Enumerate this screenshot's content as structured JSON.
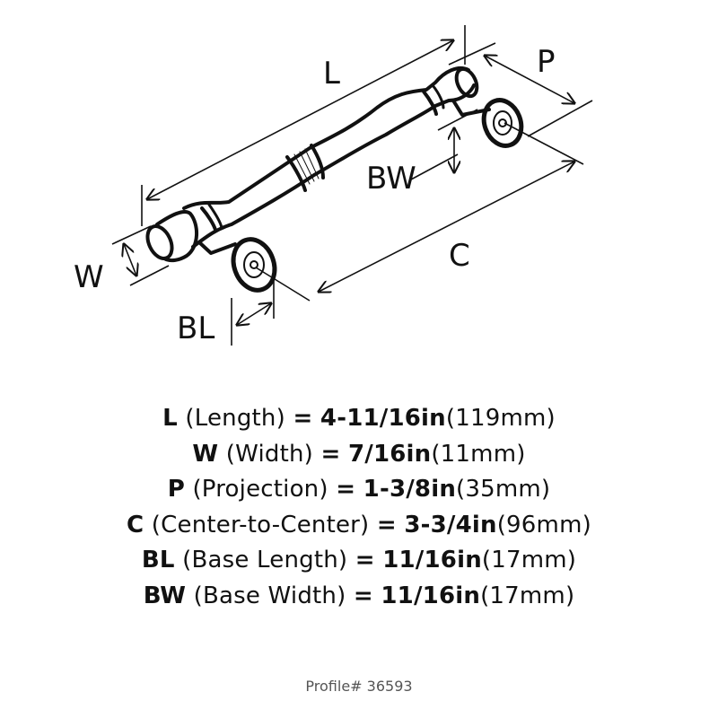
{
  "diagram": {
    "dimension_labels": {
      "L": "L",
      "P": "P",
      "BW": "BW",
      "C": "C",
      "W": "W",
      "BL": "BL"
    }
  },
  "specs": [
    {
      "code": "L",
      "name": "(Length)",
      "eq": "=",
      "imperial": "4-11/16in",
      "metric": "(119mm)"
    },
    {
      "code": "W",
      "name": "(Width)",
      "eq": "=",
      "imperial": "7/16in",
      "metric": "(11mm)"
    },
    {
      "code": "P",
      "name": "(Projection)",
      "eq": "=",
      "imperial": "1-3/8in",
      "metric": "(35mm)"
    },
    {
      "code": "C",
      "name": "(Center-to-Center)",
      "eq": "=",
      "imperial": "3-3/4in",
      "metric": "(96mm)"
    },
    {
      "code": "BL",
      "name": "(Base Length)",
      "eq": "=",
      "imperial": "11/16in",
      "metric": "(17mm)"
    },
    {
      "code": "BW",
      "name": "(Base Width)",
      "eq": "=",
      "imperial": "11/16in",
      "metric": "(17mm)"
    }
  ],
  "profile": "Profile# 36593",
  "colors": {
    "line": "#111111",
    "profile_text": "#555555"
  }
}
